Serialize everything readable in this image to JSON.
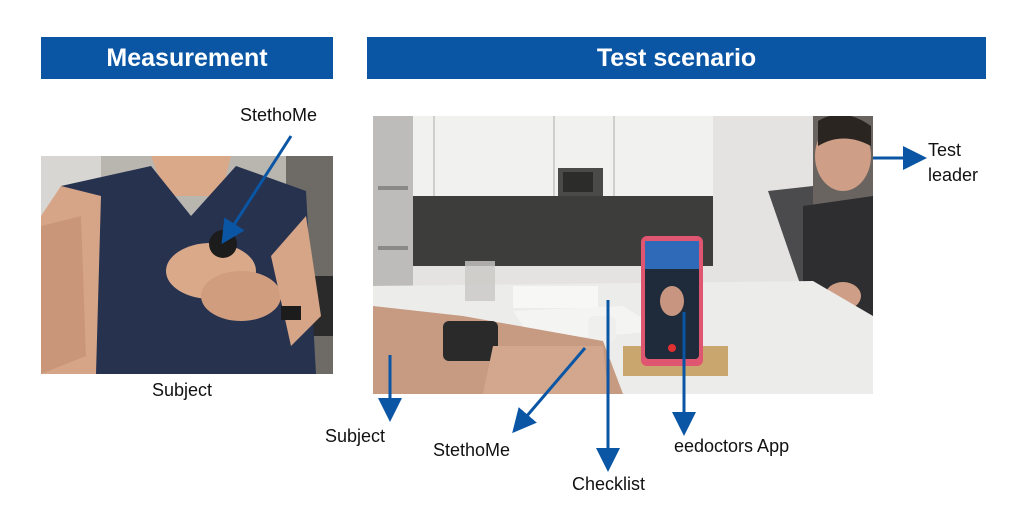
{
  "headers": {
    "left": "Measurement",
    "right": "Test scenario"
  },
  "labels": {
    "stethome_top": "StethoMe",
    "subject_left": "Subject",
    "subject_right": "Subject",
    "stethome_bottom": "StethoMe",
    "checklist": "Checklist",
    "app": "eedoctors App",
    "test_leader_line1": "Test",
    "test_leader_line2": "leader"
  },
  "colors": {
    "banner": "#0a56a5",
    "arrow": "#0a56a5",
    "text": "#111111"
  }
}
